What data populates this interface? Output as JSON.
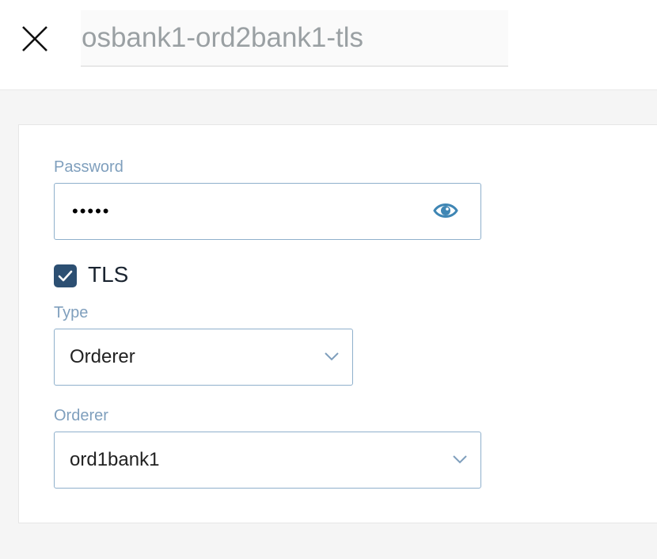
{
  "header": {
    "close_icon": "close-icon",
    "title_value": "osbank1-ord2bank1-tls"
  },
  "form": {
    "password": {
      "label": "Password",
      "value_masked": "•••••",
      "toggle_icon": "eye-icon"
    },
    "tls": {
      "label": "TLS",
      "checked": true
    },
    "type": {
      "label": "Type",
      "selected": "Orderer"
    },
    "orderer": {
      "label": "Orderer",
      "selected": "ord1bank1"
    }
  },
  "colors": {
    "label": "#7f9fbd",
    "field_border": "#8fb0cc",
    "checkbox_fill": "#2c4f72",
    "eye_icon": "#3f86b4"
  }
}
